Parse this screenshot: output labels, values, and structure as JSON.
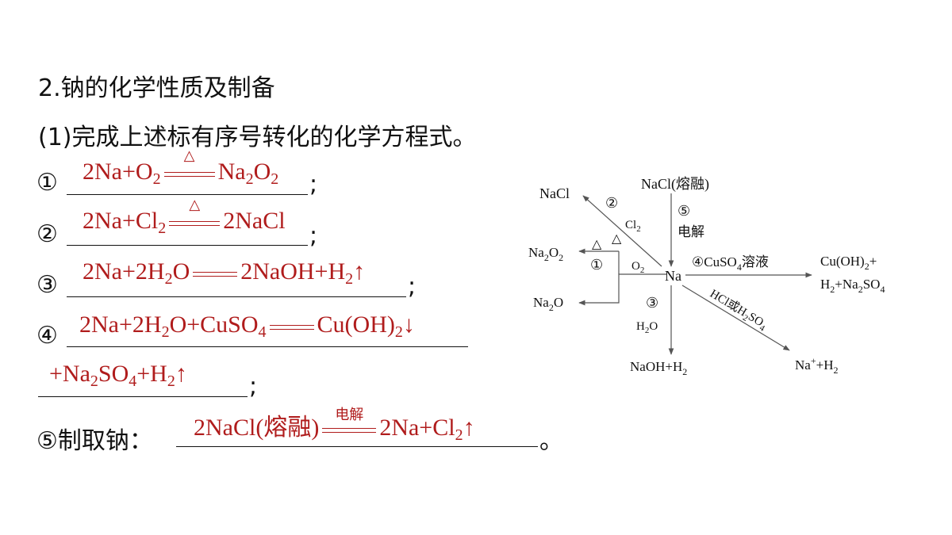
{
  "section_title": "2.钠的化学性质及制备",
  "task": "(1)完成上述标有序号转化的化学方程式。",
  "items": [
    {
      "mark": "①",
      "end": ";",
      "lhs": "2Na+O",
      "lhs_sub": "2",
      "condition": "△",
      "rhs": "Na",
      "rhs_sub1": "2",
      "rhs_mid": "O",
      "rhs_sub2": "2"
    },
    {
      "mark": "②",
      "end": ";",
      "lhs": "2Na+Cl",
      "lhs_sub": "2",
      "condition": "△",
      "rhs": "2NaCl"
    },
    {
      "mark": "③",
      "end": ";",
      "lhs": "2Na+2H",
      "lhs_sub": "2",
      "lhs_tail": "O",
      "rhs": "2NaOH+H",
      "rhs_sub": "2",
      "arrow": "↑"
    },
    {
      "mark": "④",
      "end": ";",
      "lhs": "2Na+2H",
      "lhs_sub": "2",
      "lhs_tail": "O+CuSO",
      "lhs_sub2": "4",
      "rhs": "Cu(OH)",
      "rhs_sub": "2",
      "arrow": "↓",
      "cont": "+Na",
      "cont_sub": "2",
      "cont_mid": "SO",
      "cont_sub2": "4",
      "cont_mid2": "+H",
      "cont_sub3": "2",
      "cont_arrow": "↑"
    },
    {
      "mark": "⑤制取钠：",
      "end": "。",
      "lhs": "2NaCl(熔融)",
      "condition": "电解",
      "rhs": "2Na+Cl",
      "rhs_sub": "2",
      "arrow": "↑"
    }
  ],
  "diagram": {
    "center": "Na",
    "nacl": "NaCl",
    "nacl_melt": "NaCl(熔融)",
    "n5": "⑤",
    "dianjie": "电解",
    "n2": "②",
    "cl2": "Cl",
    "cl2_sub": "2",
    "tri_a": "△",
    "tri_b": "△",
    "n1": "①",
    "o2": "O",
    "o2_sub": "2",
    "na2o2_a": "Na",
    "na2o2_sub1": "2",
    "na2o2_b": "O",
    "na2o2_sub2": "2",
    "na2o": "Na",
    "na2o_sub": "2",
    "na2o_b": "O",
    "n4": "④",
    "cuso4_a": "CuSO",
    "cuso4_sub": "4",
    "cuso4_b": "溶液",
    "cuoh_a": "Cu(OH)",
    "cuoh_sub": "2",
    "cuoh_b": "+",
    "h2na_a": "H",
    "h2na_sub": "2",
    "h2na_b": "+Na",
    "h2na_sub2": "2",
    "h2na_c": "SO",
    "h2na_sub3": "4",
    "n3": "③",
    "h2o_a": "H",
    "h2o_sub": "2",
    "h2o_b": "O",
    "naoh_a": "NaOH+H",
    "naoh_sub": "2",
    "hcl": "HCl或H",
    "hcl_sub": "2",
    "hcl_b": "SO",
    "hcl_sub2": "4",
    "naplus_a": "Na",
    "naplus_sup": "+",
    "naplus_b": "+H",
    "naplus_sub": "2"
  }
}
